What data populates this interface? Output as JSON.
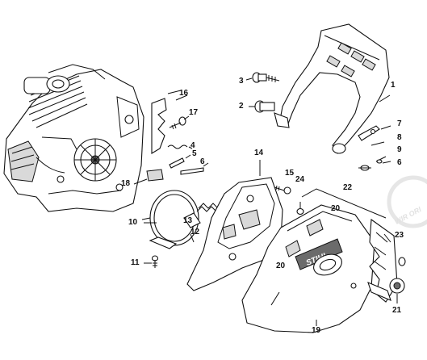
{
  "callouts": {
    "c1": "1",
    "c2": "2",
    "c3": "3",
    "c4": "4",
    "c5": "5",
    "c6a": "6",
    "c6b": "6",
    "c7": "7",
    "c8": "8",
    "c9": "9",
    "c10": "10",
    "c11": "11",
    "c12": "12",
    "c13": "13",
    "c14": "14",
    "c15": "15",
    "c16": "16",
    "c17": "17",
    "c18": "18",
    "c19": "19",
    "c20a": "20",
    "c20b": "20",
    "c21": "21",
    "c22": "22",
    "c23": "23",
    "c24": "24"
  },
  "cover_logo": "STIHL",
  "watermark_text": "WIR ORI",
  "colors": {
    "line": "#111111",
    "shade": "#d9d9d9",
    "dark": "#6b6b6b",
    "watermark": "#e6e6e6"
  }
}
